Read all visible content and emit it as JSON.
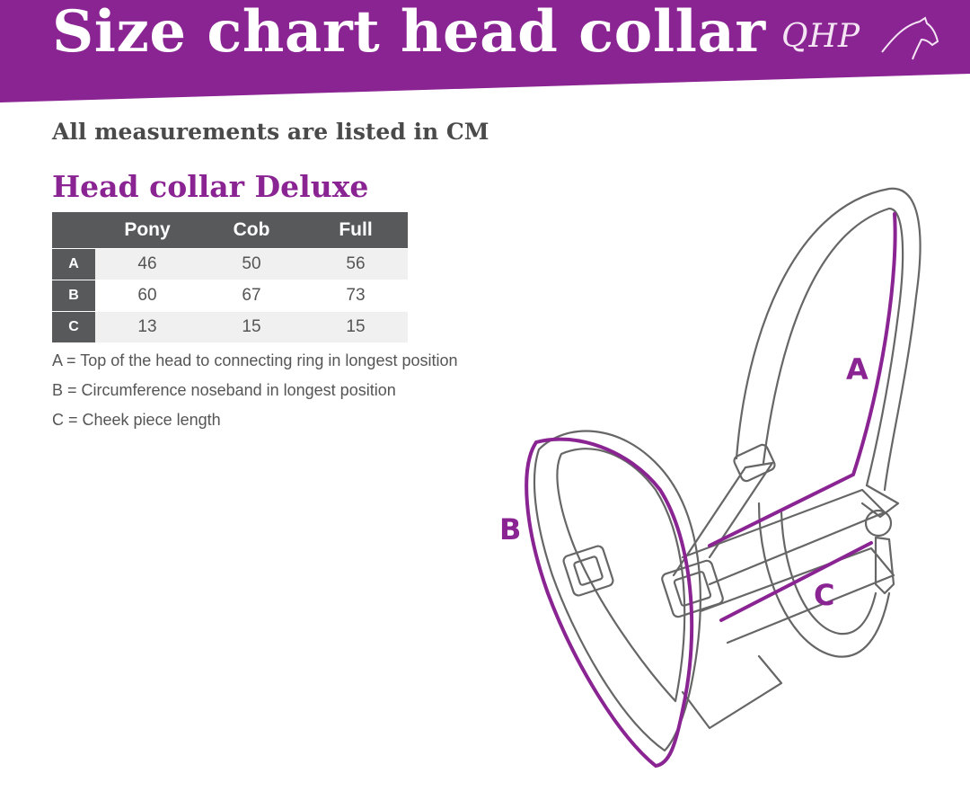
{
  "header": {
    "title": "Size chart head collar",
    "brand": "QHP",
    "banner_color": "#8a2493"
  },
  "subtitle": "All measurements are listed in CM",
  "section_title": "Head collar Deluxe",
  "table": {
    "columns": [
      "Pony",
      "Cob",
      "Full"
    ],
    "rows": [
      {
        "key": "A",
        "values": [
          "46",
          "50",
          "56"
        ]
      },
      {
        "key": "B",
        "values": [
          "60",
          "67",
          "73"
        ]
      },
      {
        "key": "C",
        "values": [
          "13",
          "15",
          "15"
        ]
      }
    ]
  },
  "legend": [
    "A = Top of the head to connecting ring in longest position",
    "B = Circumference noseband in longest position",
    "C = Cheek piece length"
  ],
  "diagram": {
    "labels": {
      "a": "A",
      "b": "B",
      "c": "C"
    },
    "accent_color": "#8a2493",
    "line_color": "#666666"
  }
}
